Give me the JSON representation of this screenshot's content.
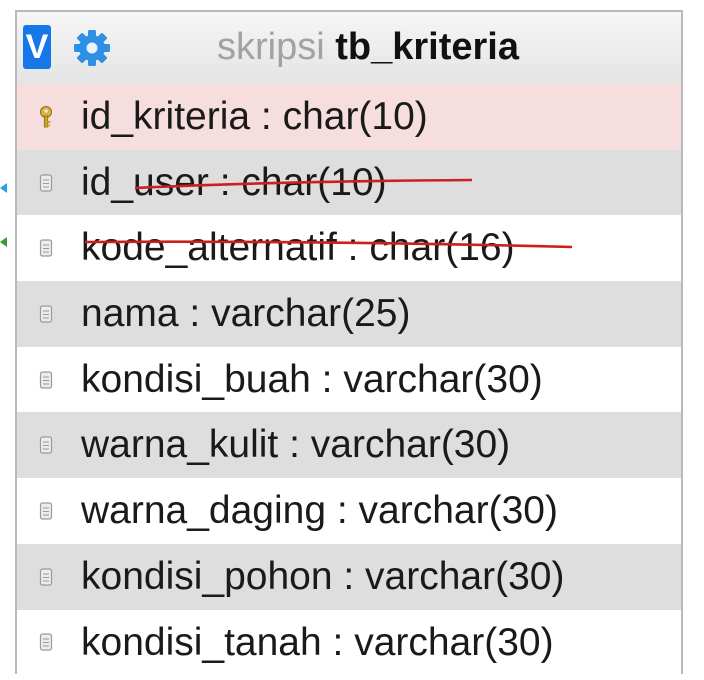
{
  "table": {
    "toggle_label": "V",
    "database_name": "skripsi",
    "table_name": "tb_kriteria"
  },
  "columns": [
    {
      "label": "id_kriteria : char(10)",
      "key": "primary",
      "struck": false
    },
    {
      "label": "id_user : char(10)",
      "key": "none",
      "struck": true
    },
    {
      "label": "kode_alternatif : char(16)",
      "key": "none",
      "struck": true
    },
    {
      "label": "nama : varchar(25)",
      "key": "none",
      "struck": false
    },
    {
      "label": "kondisi_buah : varchar(30)",
      "key": "none",
      "struck": false
    },
    {
      "label": "warna_kulit : varchar(30)",
      "key": "none",
      "struck": false
    },
    {
      "label": "warna_daging : varchar(30)",
      "key": "none",
      "struck": false
    },
    {
      "label": "kondisi_pohon : varchar(30)",
      "key": "none",
      "struck": false
    },
    {
      "label": "kondisi_tanah : varchar(30)",
      "key": "none",
      "struck": false
    }
  ],
  "colors": {
    "toggle_bg": "#1678e8",
    "gear": "#2e8fe6",
    "primary_row_bg": "#f7dede",
    "strike_line": "#cc1f1f",
    "relation_markers": [
      "#2aa0e0",
      "#3a9a3a"
    ]
  }
}
